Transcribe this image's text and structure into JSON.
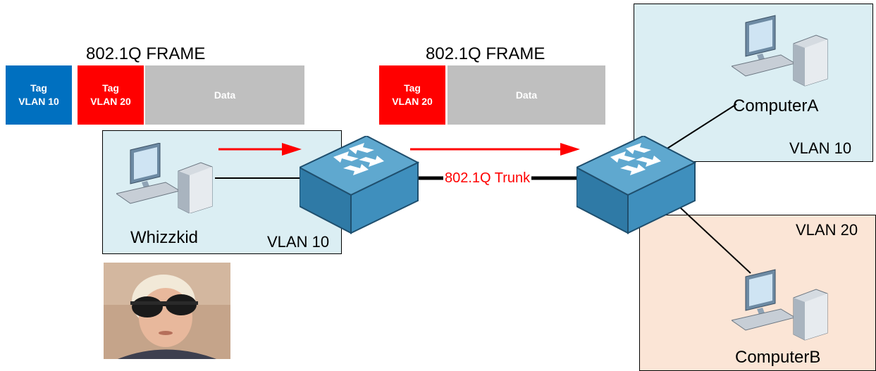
{
  "colors": {
    "vlan10": "#0070c0",
    "vlan20": "#ff0000",
    "data": "#bfbfbf",
    "zone_vlan10": "#dbeef3",
    "zone_vlan20": "#fbe5d6",
    "arrow": "#ff0000"
  },
  "frame_left": {
    "title": "802.1Q FRAME",
    "tag1": {
      "line1": "Tag",
      "line2": "VLAN 10"
    },
    "tag2": {
      "line1": "Tag",
      "line2": "VLAN 20"
    },
    "data": "Data"
  },
  "frame_right": {
    "title": "802.1Q FRAME",
    "tag": {
      "line1": "Tag",
      "line2": "VLAN 20"
    },
    "data": "Data"
  },
  "zones": {
    "left": "VLAN 10",
    "right_top": "VLAN 10",
    "right_bottom": "VLAN 20"
  },
  "hosts": {
    "whizzkid": "Whizzkid",
    "computer_a": "ComputerA",
    "computer_b": "ComputerB"
  },
  "trunk_label": "802.1Q Trunk",
  "icons": [
    "computer-icon",
    "switch-icon",
    "arrow-icon",
    "photo"
  ]
}
